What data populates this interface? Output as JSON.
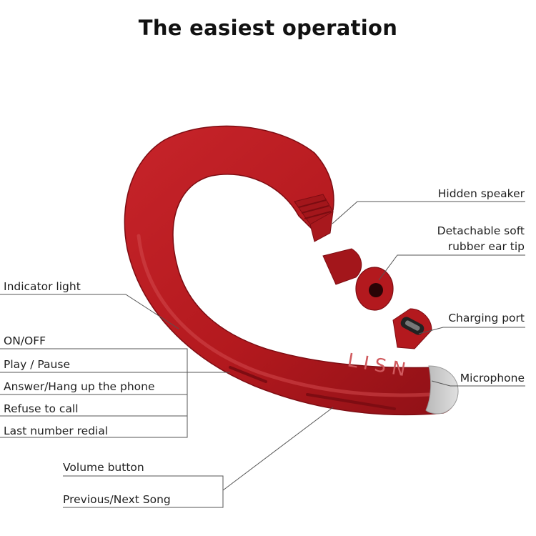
{
  "title": "The easiest operation",
  "brand": "LISN",
  "colors": {
    "body": "#b3191e",
    "body_dark": "#7e0c12",
    "tip": "#c9c9c9",
    "line": "#555555"
  },
  "callouts_right": {
    "hidden_speaker": "Hidden speaker",
    "ear_tip_line1": "Detachable soft",
    "ear_tip_line2": "rubber ear tip",
    "charging_port": "Charging port",
    "microphone": "Microphone"
  },
  "callouts_left": {
    "indicator_light": "Indicator light",
    "multi_function": [
      "ON/OFF",
      "Play / Pause",
      "Answer/Hang up the phone",
      "Refuse to call",
      "Last number redial"
    ],
    "volume_button": "Volume button",
    "previous_next": "Previous/Next Song"
  }
}
